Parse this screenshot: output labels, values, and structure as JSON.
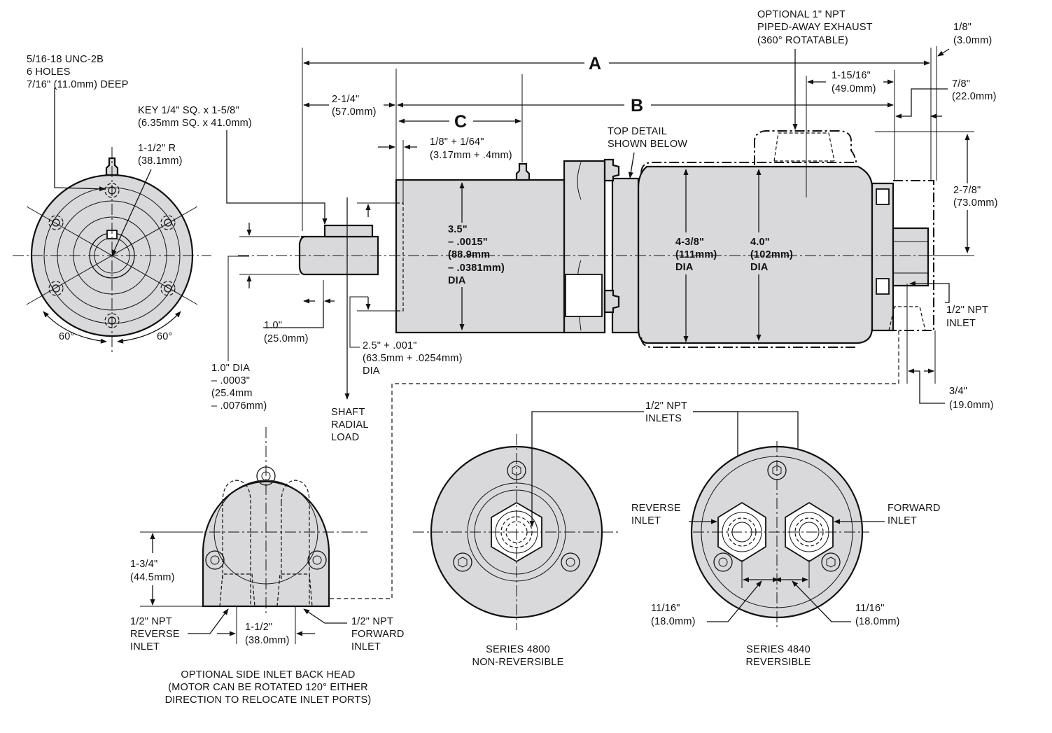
{
  "labels": {
    "dim_a": "A",
    "dim_b": "B",
    "dim_c": "C",
    "holes_1": "5/16-18 UNC-2B",
    "holes_2": "6 HOLES",
    "holes_3": "7/16\" (11.0mm) DEEP",
    "key_1": "KEY 1/4\" SQ. x 1-5/8\"",
    "key_2": "(6.35mm SQ. x 41.0mm)",
    "radius_1": "1-1/2\" R",
    "radius_2": "(38.1mm)",
    "angle_left": "60°",
    "angle_right": "60°",
    "d214_1": "2-1/4\"",
    "d214_2": "(57.0mm)",
    "d18_1": "1/8\" + 1/64\"",
    "d18_2": "(3.17mm + .4mm)",
    "top_detail_1": "TOP DETAIL",
    "top_detail_2": "SHOWN BELOW",
    "exhaust_1": "OPTIONAL 1\" NPT",
    "exhaust_2": "PIPED-AWAY EXHAUST",
    "exhaust_3": "(360° ROTATABLE)",
    "d1516_1": "1-15/16\"",
    "d1516_2": "(49.0mm)",
    "d18r_1": "1/8\"",
    "d18r_2": "(3.0mm)",
    "d78_1": "7/8\"",
    "d78_2": "(22.0mm)",
    "d278_1": "2-7/8\"",
    "d278_2": "(73.0mm)",
    "npt_inlet_1": "1/2\" NPT",
    "npt_inlet_2": "INLET",
    "d34_1": "3/4\"",
    "d34_2": "(19.0mm)",
    "dia35_1": "3.5\"",
    "dia35_2": "– .0015\"",
    "dia35_3": "(88.9mm",
    "dia35_4": "– .0381mm)",
    "dia35_5": "DIA",
    "dia438_1": "4-3/8\"",
    "dia438_2": "(111mm)",
    "dia438_3": "DIA",
    "dia40_1": "4.0\"",
    "dia40_2": "(102mm)",
    "dia40_3": "DIA",
    "d10_1": "1.0\"",
    "d10_2": "(25.0mm)",
    "dia10_1": "1.0\" DIA",
    "dia10_2": "– .0003\"",
    "dia10_3": "(25.4mm",
    "dia10_4": "– .0076mm)",
    "dia25_1": "2.5\" + .001\"",
    "dia25_2": "(63.5mm + .0254mm)",
    "dia25_3": "DIA",
    "shaft_1": "SHAFT",
    "shaft_2": "RADIAL",
    "shaft_3": "LOAD",
    "d134_1": "1-3/4\"",
    "d134_2": "(44.5mm)",
    "rev_side_1": "1/2\" NPT",
    "rev_side_2": "REVERSE",
    "rev_side_3": "INLET",
    "d112_1": "1-1/2\"",
    "d112_2": "(38.0mm)",
    "fwd_side_1": "1/2\" NPT",
    "fwd_side_2": "FORWARD",
    "fwd_side_3": "INLET",
    "side_caption_1": "OPTIONAL SIDE INLET BACK HEAD",
    "side_caption_2": "(MOTOR CAN BE ROTATED 120° EITHER",
    "side_caption_3": "DIRECTION TO RELOCATE INLET PORTS)",
    "inlets_1": "1/2\" NPT",
    "inlets_2": "INLETS",
    "series4800_1": "SERIES 4800",
    "series4800_2": "NON-REVERSIBLE",
    "reverse_inlet_1": "REVERSE",
    "reverse_inlet_2": "INLET",
    "forward_inlet_1": "FORWARD",
    "forward_inlet_2": "INLET",
    "d1116l_1": "11/16\"",
    "d1116l_2": "(18.0mm)",
    "d1116r_1": "11/16\"",
    "d1116r_2": "(18.0mm)",
    "series4840_1": "SERIES 4840",
    "series4840_2": "REVERSIBLE"
  },
  "colors": {
    "fill": "#d9d9db",
    "line": "#111111",
    "background": "#ffffff"
  }
}
